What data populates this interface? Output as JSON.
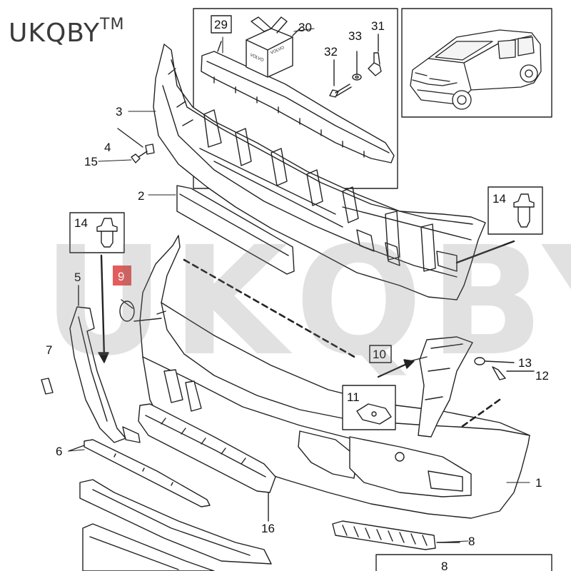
{
  "brand": {
    "name": "UKQBY",
    "mark": "TM"
  },
  "watermark": "UKQBY TM",
  "box_label_30": "VOLVO",
  "highlight_color": "#e35d5d",
  "callouts": {
    "c1": "1",
    "c2": "2",
    "c3": "3",
    "c4": "4",
    "c5": "5",
    "c6": "6",
    "c7": "7",
    "c8": "8",
    "c8b": "8",
    "c9": "9",
    "c10": "10",
    "c11": "11",
    "c12": "12",
    "c13": "13",
    "c14a": "14",
    "c14b": "14",
    "c15": "15",
    "c16": "16",
    "c29": "29",
    "c30": "30",
    "c31": "31",
    "c32": "32",
    "c33": "33"
  }
}
